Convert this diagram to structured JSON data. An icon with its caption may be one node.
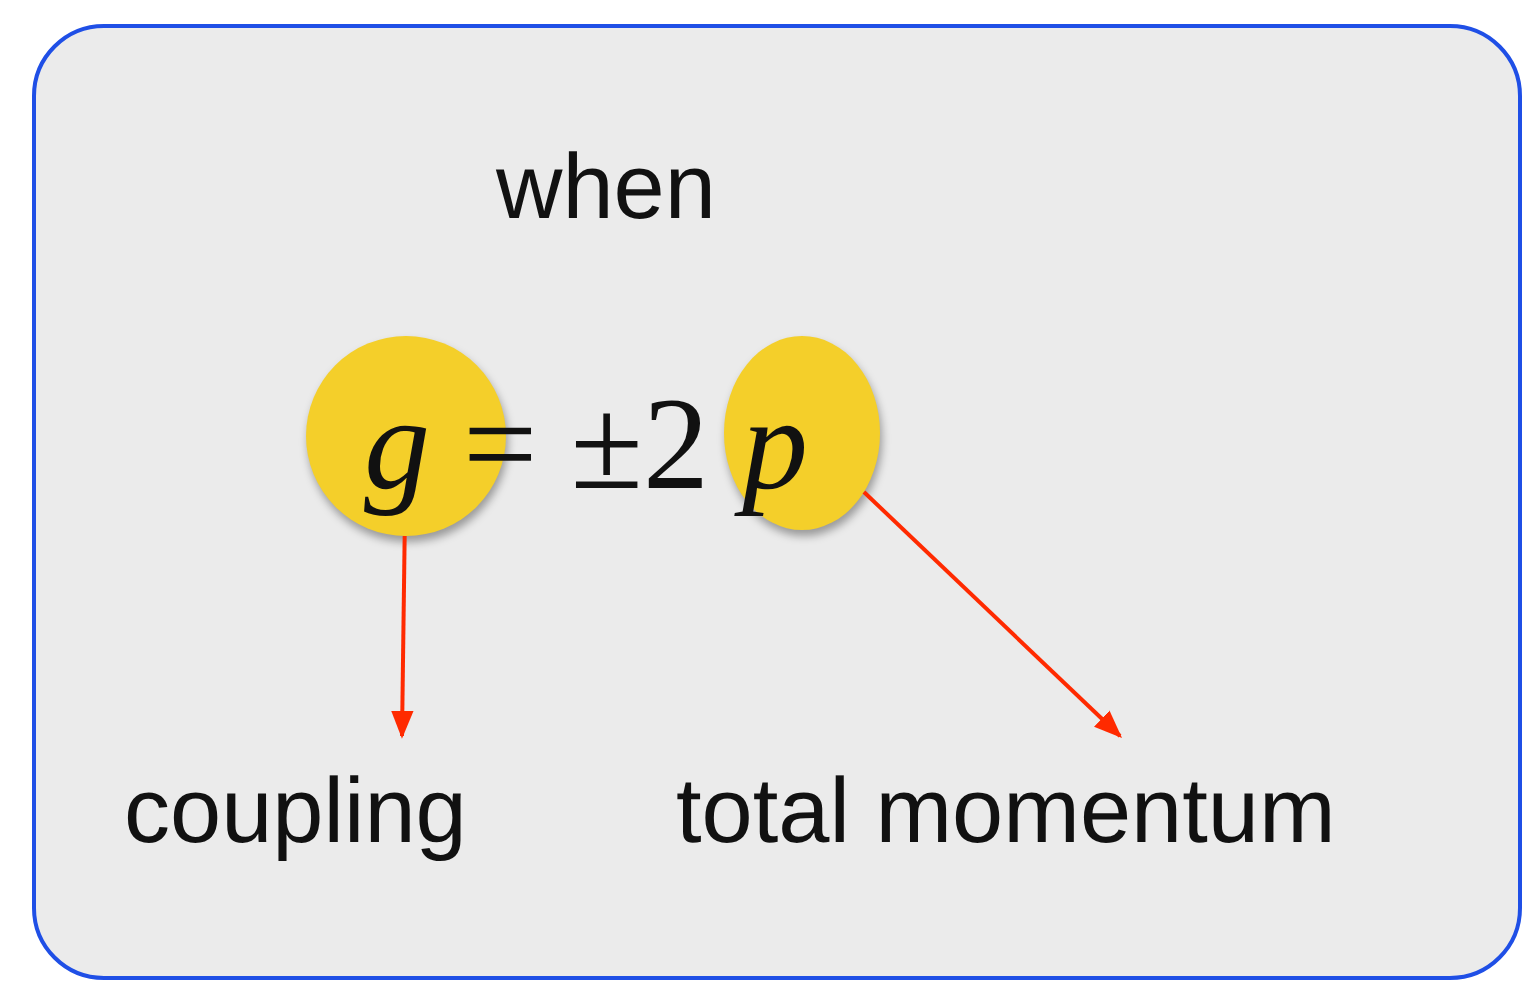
{
  "diagram": {
    "nodes": [
      {
        "text": [],
        "shape": "box"
      },
      {
        "text": [],
        "shape": "circle",
        "in": 0
      },
      {
        "text": [],
        "shape": "circle",
        "in": 0
      },
      {
        "text": [
          "coupling"
        ],
        "in": 0
      },
      {
        "text": [
          "total momentum"
        ],
        "in": 0
      }
    ],
    "edges": [
      {
        "from": 1,
        "to": 3,
        "arrow": "to",
        "color": "#ff2a00"
      },
      {
        "from": 2,
        "to": 4,
        "arrow": "to",
        "color": "#ff2a00"
      }
    ],
    "labels": [
      "when",
      "*g* = ±2 *p*"
    ]
  }
}
